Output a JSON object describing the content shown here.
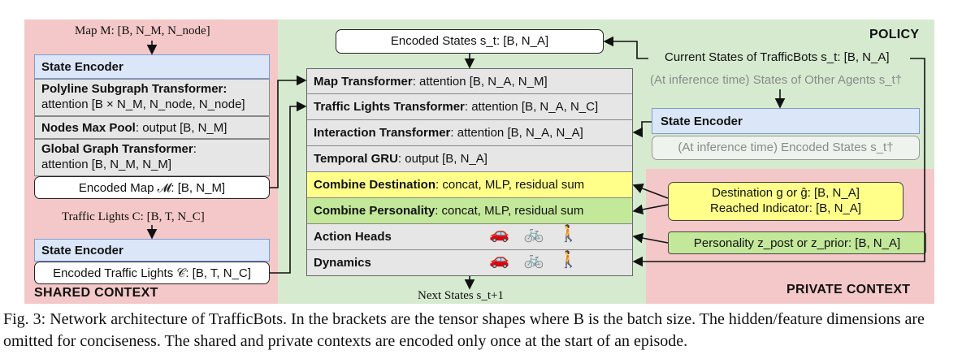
{
  "shared": {
    "title": "SHARED CONTEXT",
    "map_input": "Map M: [B, N_M, N_node]",
    "state_encoder": "State Encoder",
    "polyline_a": "Polyline Subgraph Transformer:",
    "polyline_b": "attention [B × N_M, N_node, N_node]",
    "maxpool_a": "Nodes Max Pool",
    "maxpool_b": ": output [B, N_M]",
    "global_a": "Global Graph Transformer",
    "global_b": ":",
    "global_c": "attention [B, N_M, N_M]",
    "encoded_map": "Encoded Map 𝓜: [B, N_M]",
    "traffic_input": "Traffic Lights C: [B, T, N_C]",
    "state_encoder2": "State Encoder",
    "encoded_tl": "Encoded Traffic Lights 𝒞: [B, T, N_C]"
  },
  "policy": {
    "title": "POLICY",
    "encoded_states": "Encoded States s_t: [B, N_A]",
    "rows": [
      {
        "name": "Map Transformer",
        "rest": ": attention [B, N_A, N_M]"
      },
      {
        "name": "Traffic Lights Transformer",
        "rest": ": attention [B, N_A, N_C]"
      },
      {
        "name": "Interaction Transformer",
        "rest": ": attention [B, N_A, N_A]"
      },
      {
        "name": "Temporal GRU",
        "rest": ": output [B, N_A]"
      },
      {
        "name": "Combine Destination",
        "rest": ": concat, MLP, residual sum"
      },
      {
        "name": "Combine Personality",
        "rest": ": concat, MLP, residual sum"
      },
      {
        "name": "Action Heads",
        "rest": ""
      },
      {
        "name": "Dynamics",
        "rest": ""
      }
    ],
    "icons": "🚗 🚲 🚶",
    "next_states": "Next States s_t+1",
    "current_states": "Current States of TrafficBots s_t: [B, N_A]",
    "other_agents": "(At inference time) States of Other Agents s_t†",
    "state_encoder3": "State Encoder",
    "encoded_other": "(At inference time) Encoded States s_t†"
  },
  "private": {
    "title": "PRIVATE CONTEXT",
    "destination": "Destination g or ĝ: [B, N_A]",
    "reached": "Reached Indicator: [B, N_A]",
    "personality": "Personality z_post or z_prior: [B, N_A]"
  },
  "caption": "Fig. 3: Network architecture of TrafficBots. In the brackets are the tensor shapes where B is the batch size. The hidden/feature dimensions are omitted for conciseness. The shared and private contexts are encoded only once at the start of an episode.",
  "colors": {
    "shared_bg": "#f4c8c8",
    "policy_bg": "#d6ead0",
    "private_bg": "#f4c8c8",
    "blue_box": "#dbe6f8",
    "yellow_box": "#ffff8a",
    "green_box": "#c4e89a"
  }
}
